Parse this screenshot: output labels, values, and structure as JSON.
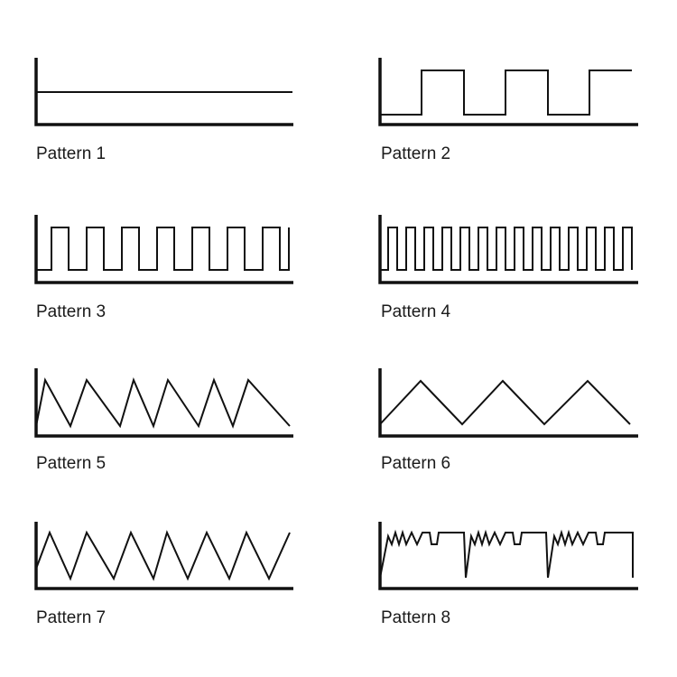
{
  "colors": {
    "axis": "#111111",
    "signal": "#111111",
    "text": "#1a1a1a",
    "background": "#ffffff"
  },
  "patterns": [
    {
      "label": "Pattern 1",
      "shape": "constant"
    },
    {
      "label": "Pattern 2",
      "shape": "square",
      "cycles": 3
    },
    {
      "label": "Pattern 3",
      "shape": "square",
      "cycles": 7
    },
    {
      "label": "Pattern 4",
      "shape": "square",
      "cycles": 14
    },
    {
      "label": "Pattern 5",
      "shape": "sawtooth",
      "cycles": 6
    },
    {
      "label": "Pattern 6",
      "shape": "triangle",
      "cycles": 3
    },
    {
      "label": "Pattern 7",
      "shape": "triangle",
      "cycles": 6
    },
    {
      "label": "Pattern 8",
      "shape": "burst-reset",
      "cycles": 3
    }
  ]
}
